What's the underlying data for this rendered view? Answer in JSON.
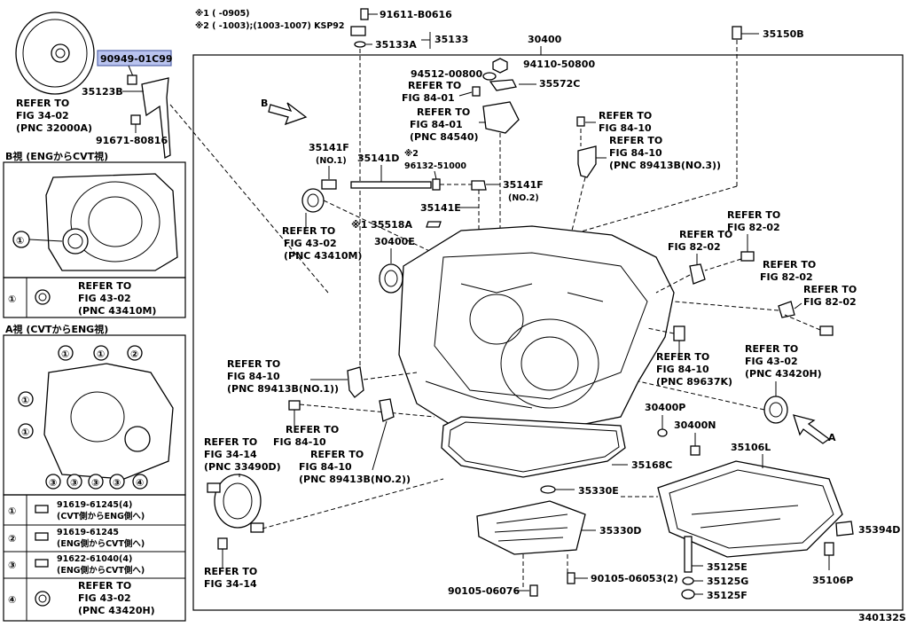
{
  "notes": {
    "note1": "※1 (      -0905)",
    "note2": "※2 (      -1003);(1003-1007) KSP92"
  },
  "highlight": {
    "part_number": "90949-01C99",
    "color": "#b9c3ef"
  },
  "diagram_id": "340132S",
  "labels": {
    "p35123B": "35123B",
    "p91671": "91671-80816",
    "refer_3402_a": "REFER TO",
    "refer_3402_b": "FIG 34-02",
    "refer_3402_c": "(PNC 32000A)",
    "p91611": "91611-B0616",
    "p35133": "35133",
    "p35133A": "35133A",
    "p30400": "30400",
    "p35150B": "35150B",
    "p94512": "94512-00800",
    "p94110": "94110-50800",
    "p35572C": "35572C",
    "r8401a_1": "REFER TO",
    "r8401a_2": "FIG 84-01",
    "r8401b_1": "REFER TO",
    "r8401b_2": "FIG 84-01",
    "r8401b_3": "(PNC 84540)",
    "r8410a_1": "REFER TO",
    "r8410a_2": "FIG 84-10",
    "r8410b_1": "REFER TO",
    "r8410b_2": "FIG 84-10",
    "r8410b_3": "(PNC 89413B(NO.3))",
    "p35141F_a": "35141F",
    "p35141F_a_sub": "(NO.1)",
    "p35141D": "35141D",
    "p96132_note": "※2",
    "p96132": "96132-51000",
    "p35141F_b": "35141F",
    "p35141F_b_sub": "(NO.2)",
    "p35141E": "35141E",
    "p35518A": "※1 35518A",
    "p30400E": "30400E",
    "r4302a_1": "REFER TO",
    "r4302a_2": "FIG 43-02",
    "r4302a_3": "(PNC 43410M)",
    "r8202a_1": "REFER TO",
    "r8202a_2": "FIG 82-02",
    "r8202b_1": "REFER TO",
    "r8202b_2": "FIG 82-02",
    "r8202c_1": "REFER TO",
    "r8202c_2": "FIG 82-02",
    "r8202d_1": "REFER TO",
    "r8202d_2": "FIG 82-02",
    "r8410c_1": "REFER TO",
    "r8410c_2": "FIG 84-10",
    "r8410c_3": "(PNC 89637K)",
    "r4302b_1": "REFER TO",
    "r4302b_2": "FIG 43-02",
    "r4302b_3": "(PNC 43420H)",
    "r8410d_1": "REFER TO",
    "r8410d_2": "FIG 84-10",
    "r8410d_3": "(PNC 89413B(NO.1))",
    "r8410e_1": "REFER TO",
    "r8410e_2": "FIG 84-10",
    "r8410f_1": "REFER TO",
    "r8410f_2": "FIG 84-10",
    "r8410f_3": "(PNC 89413B(NO.2))",
    "p30400P": "30400P",
    "p30400N": "30400N",
    "p35168C": "35168C",
    "p35106L": "35106L",
    "r3414a_1": "REFER TO",
    "r3414a_2": "FIG 34-14",
    "r3414a_3": "(PNC 33490D)",
    "r3414b_1": "REFER TO",
    "r3414b_2": "FIG 34-14",
    "p35330E": "35330E",
    "p35330D": "35330D",
    "p35394D": "35394D",
    "p35125E": "35125E",
    "p35125G": "35125G",
    "p35125F": "35125F",
    "p35106P": "35106P",
    "p90105_a": "90105-06076",
    "p90105_b": "90105-06053(2)",
    "arrow_b": "B",
    "arrow_a": "A"
  },
  "left_panel": {
    "view_b_title": "B視 (ENGからCVT視)",
    "view_a_title": "A視 (CVTからENG視)",
    "b_table": [
      {
        "num": "①",
        "text1": "REFER TO",
        "text2": "FIG 43-02",
        "text3": "(PNC 43410M)"
      }
    ],
    "a_table": [
      {
        "num": "①",
        "text1": "91619-61245(4)",
        "text2": "(CVT側からENG側へ)"
      },
      {
        "num": "②",
        "text1": "91619-61245",
        "text2": "(ENG側からCVT側へ)"
      },
      {
        "num": "③",
        "text1": "91622-61040(4)",
        "text2": "(ENG側からCVT側へ)"
      },
      {
        "num": "④",
        "text1": "REFER TO",
        "text2": "FIG 43-02",
        "text3": "(PNC 43420H)"
      }
    ],
    "callouts": {
      "b1": "①",
      "a1a": "①",
      "a1b": "①",
      "a1c": "①",
      "a1d": "①",
      "a2": "②",
      "a3a": "③",
      "a3b": "③",
      "a3c": "③",
      "a3d": "③",
      "a4": "④"
    }
  }
}
